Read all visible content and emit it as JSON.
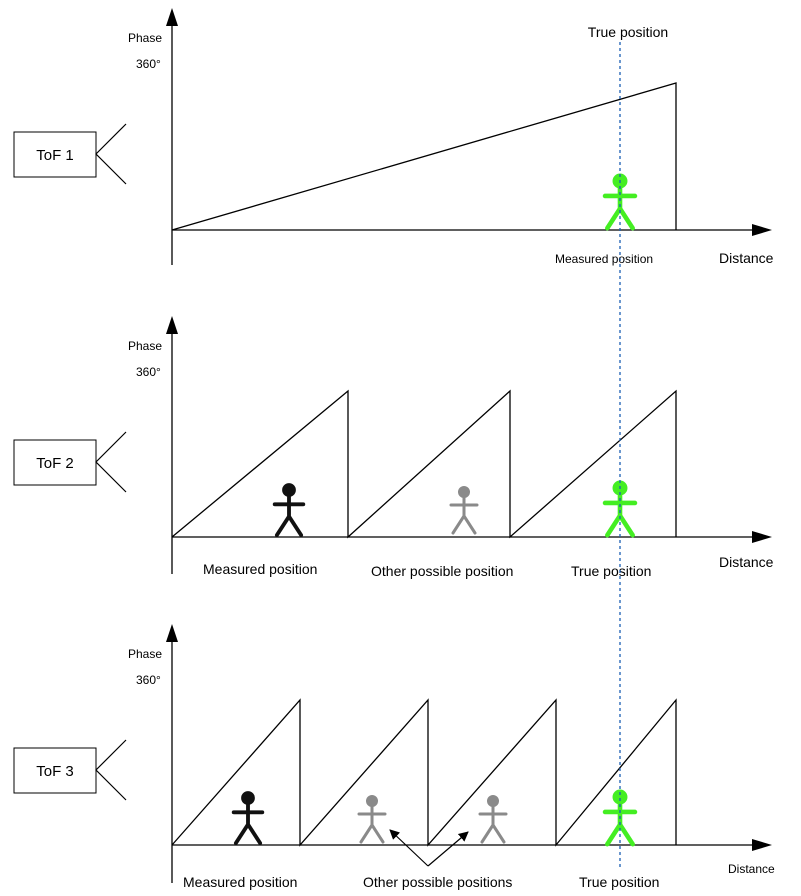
{
  "true_position_title": "True position",
  "colors": {
    "line": "#000000",
    "true_figure": "#44ee22",
    "measured_figure": "#111111",
    "possible_figure": "#8a8a8a",
    "true_position_line": "#1a5fb4"
  },
  "panels": [
    {
      "tof": "ToF 1",
      "phase_label": "Phase",
      "deg_label": "360°",
      "distance_label": "Distance",
      "labels": {
        "measured": "Measured position"
      }
    },
    {
      "tof": "ToF 2",
      "phase_label": "Phase",
      "deg_label": "360°",
      "distance_label": "Distance",
      "labels": {
        "measured": "Measured position",
        "other": "Other possible position",
        "true": "True position"
      }
    },
    {
      "tof": "ToF 3",
      "phase_label": "Phase",
      "deg_label": "360°",
      "distance_label": "Distance",
      "labels": {
        "measured": "Measured position",
        "other": "Other possible positions",
        "true": "True position"
      }
    }
  ]
}
